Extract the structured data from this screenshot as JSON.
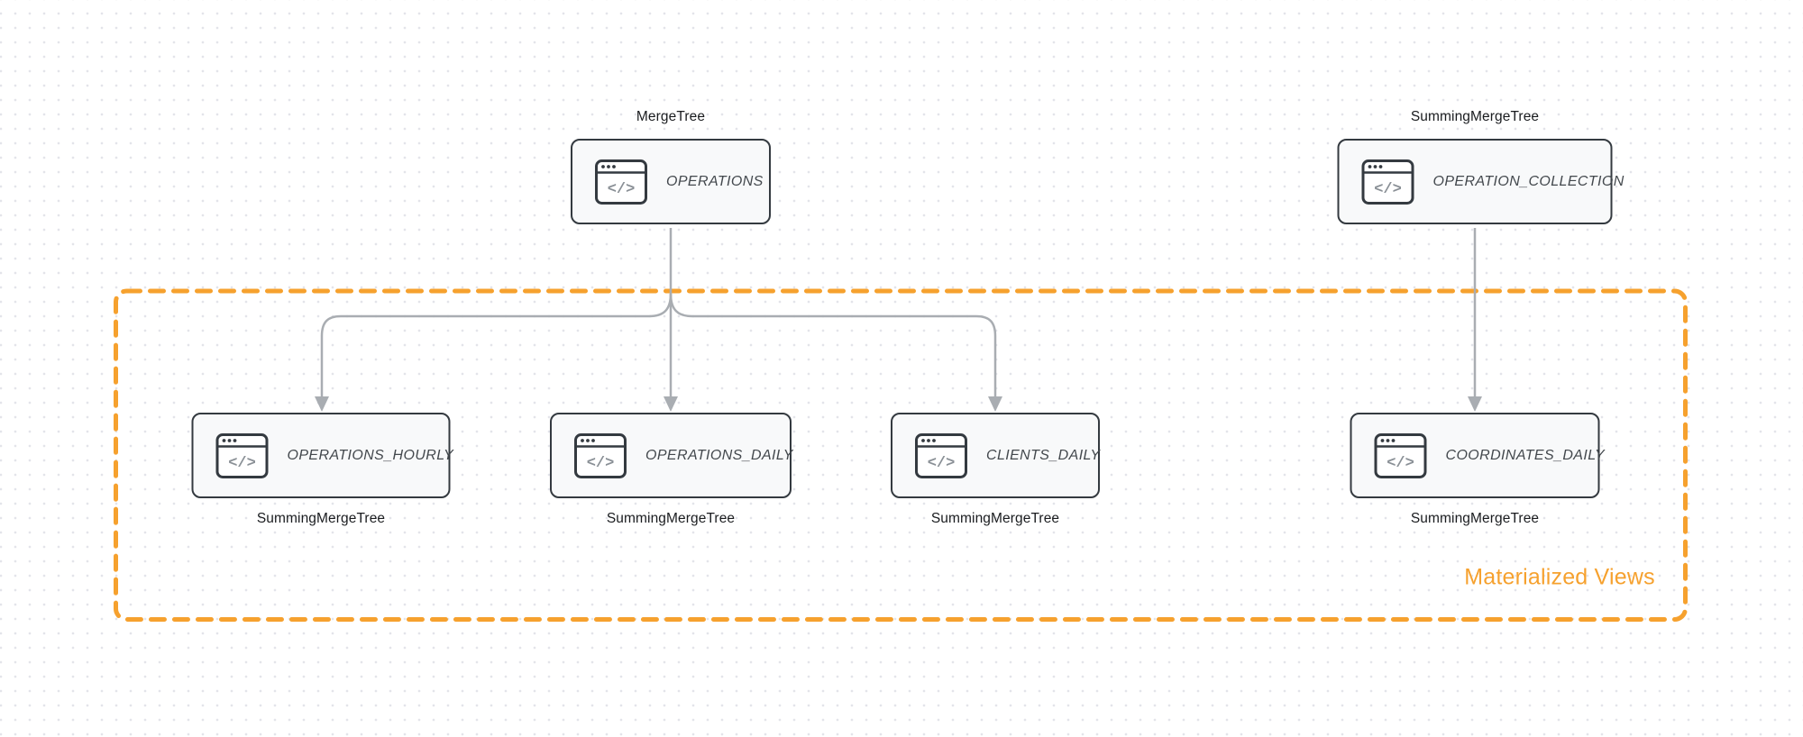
{
  "colors": {
    "accent": "#F6A12E",
    "arrow": "#A9ADB2",
    "node-border": "#343A40",
    "node-bg": "#F8F9FA",
    "node-text": "#43484D",
    "engine-text": "#1A1C1F",
    "icon-glyph": "#8A9096",
    "dot": "#E3E4EA",
    "canvas": "#FFFFFF"
  },
  "icon": {
    "glyph": "</>"
  },
  "group": {
    "label": "Materialized Views"
  },
  "sources": [
    {
      "engine": "MergeTree",
      "table": "OPERATIONS"
    },
    {
      "engine": "SummingMergeTree",
      "table": "OPERATION_COLLECTION"
    }
  ],
  "views": [
    {
      "table": "OPERATIONS_HOURLY",
      "engine": "SummingMergeTree"
    },
    {
      "table": "OPERATIONS_DAILY",
      "engine": "SummingMergeTree"
    },
    {
      "table": "CLIENTS_DAILY",
      "engine": "SummingMergeTree"
    },
    {
      "table": "COORDINATES_DAILY",
      "engine": "SummingMergeTree"
    }
  ]
}
